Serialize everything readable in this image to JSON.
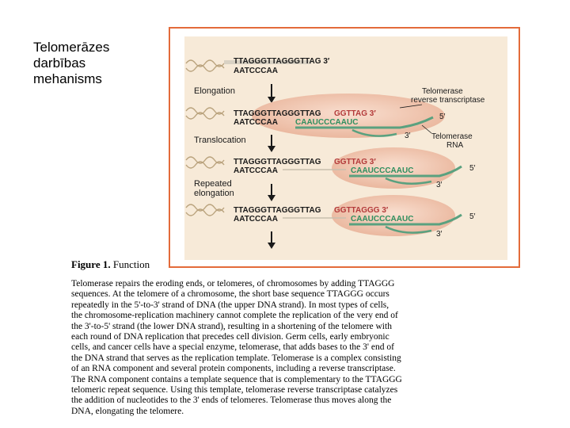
{
  "slide": {
    "title_lines": [
      "Telomerāzes",
      "darbības",
      "mehanisms"
    ]
  },
  "colors": {
    "frame_border": "#e36b3a",
    "panel_bg": "#f7ead8",
    "enzyme_fill": "#f2c9b4",
    "rna_strand": "#5aa17f",
    "new_bases": "#b33a3a",
    "template_text": "#2f8f5f"
  },
  "figure": {
    "steps": [
      {
        "upper_strand": "TTAGGGTTAGGGTTAG 3′",
        "lower_strand": "AATCCCAA"
      },
      {
        "process_label": "Elongation",
        "upper_strand_old": "TTAGGGTTAGGGTTAG",
        "upper_strand_new": "GGTTAG 3′",
        "lower_strand": "AATCCCAA",
        "rna_template": "CAAUCCCAAUC",
        "rna_5_label": "5′",
        "rna_3_label": "3′",
        "enzyme_label_lines": [
          "Telomerase",
          "reverse transcriptase"
        ],
        "rna_label_lines": [
          "Telomerase",
          "RNA"
        ]
      },
      {
        "process_label": "Translocation",
        "upper_strand_old": "TTAGGGTTAGGGTTAG",
        "upper_strand_new": "GGTTAG 3′",
        "lower_strand": "AATCCCAA",
        "rna_template": "CAAUCCCAAUC",
        "rna_5_label": "5′",
        "rna_3_label": "3′"
      },
      {
        "process_label_lines": [
          "Repeated",
          "elongation"
        ],
        "upper_strand_old": "TTAGGGTTAGGGTTAG",
        "upper_strand_new": "GGTTAGGG 3′",
        "lower_strand": "AATCCCAA",
        "rna_template": "CAAUCCCAAUC",
        "rna_5_label": "5′",
        "rna_3_label": "3′"
      }
    ]
  },
  "caption": {
    "heading_bold": "Figure 1.",
    "heading_text": " Function",
    "lines": [
      "Telomerase repairs the eroding ends, or telomeres, of chromosomes by adding TTAGGG",
      "sequences. At the telomere of a chromosome, the short base sequence TTAGGG occurs",
      "repeatedly in the 5'-to-3' strand of DNA (the upper DNA strand). In most types of cells,",
      "the chromosome-replication machinery cannot complete the replication of the very end of",
      "the 3'-to-5' strand (the lower DNA strand), resulting in a shortening of the telomere with",
      "each round of DNA replication that precedes cell division. Germ cells, early embryonic",
      "cells, and cancer cells have a special enzyme, telomerase, that adds bases to the 3' end of",
      "the DNA strand that serves as the replication template. Telomerase is a complex consisting",
      "of an RNA component and several protein components, including a reverse transcriptase.",
      "The RNA component contains a template sequence that is complementary to the TTAGGG",
      "telomeric repeat sequence. Using this template, telomerase reverse transcriptase catalyzes",
      "the addition of nucleotides to the 3' ends of telomeres. Telomerase thus moves along the",
      "DNA, elongating the telomere."
    ]
  }
}
